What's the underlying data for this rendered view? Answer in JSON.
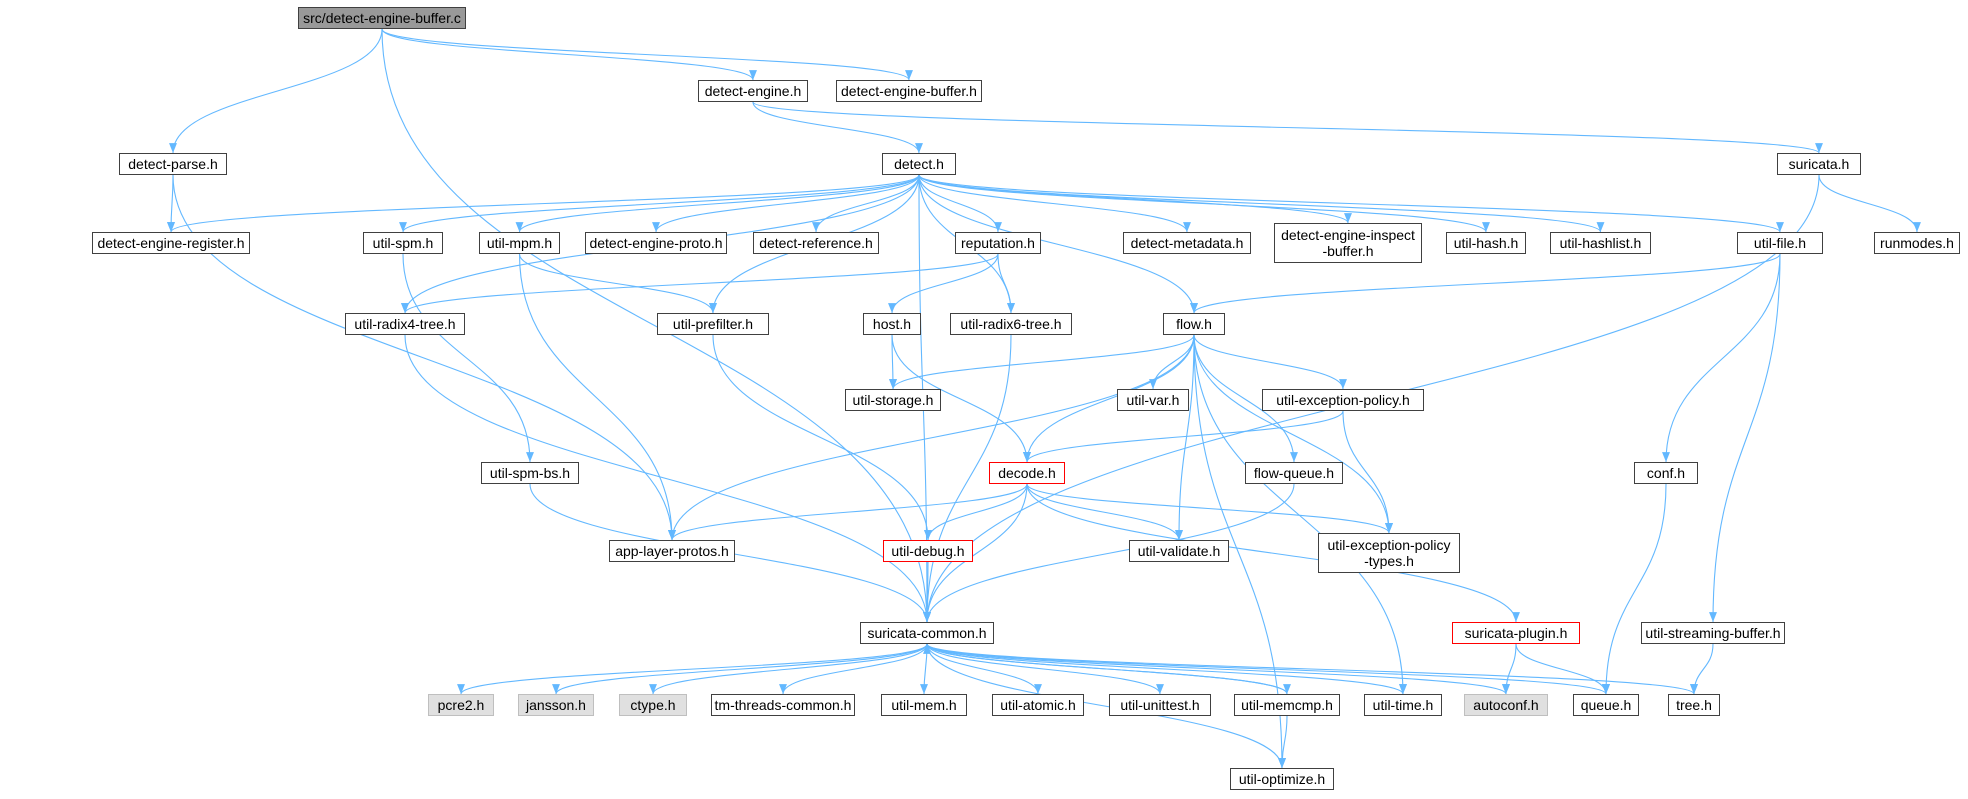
{
  "graph": {
    "edge_color": "#63b8ff",
    "nodes": {
      "src": {
        "label": "src/detect-engine-buffer.c",
        "style": "root"
      },
      "detect_engine": {
        "label": "detect-engine.h"
      },
      "detect_engine_buffer": {
        "label": "detect-engine-buffer.h"
      },
      "detect_parse": {
        "label": "detect-parse.h"
      },
      "detect": {
        "label": "detect.h"
      },
      "suricata": {
        "label": "suricata.h"
      },
      "detect_engine_register": {
        "label": "detect-engine-register.h"
      },
      "util_spm": {
        "label": "util-spm.h"
      },
      "util_mpm": {
        "label": "util-mpm.h"
      },
      "detect_engine_proto": {
        "label": "detect-engine-proto.h"
      },
      "detect_reference": {
        "label": "detect-reference.h"
      },
      "reputation": {
        "label": "reputation.h"
      },
      "detect_metadata": {
        "label": "detect-metadata.h"
      },
      "detect_engine_inspect_buffer": {
        "label": "detect-engine-inspect\n-buffer.h"
      },
      "util_hash": {
        "label": "util-hash.h"
      },
      "util_hashlist": {
        "label": "util-hashlist.h"
      },
      "util_file": {
        "label": "util-file.h"
      },
      "runmodes": {
        "label": "runmodes.h"
      },
      "util_radix4_tree": {
        "label": "util-radix4-tree.h"
      },
      "util_prefilter": {
        "label": "util-prefilter.h"
      },
      "host": {
        "label": "host.h"
      },
      "util_radix6_tree": {
        "label": "util-radix6-tree.h"
      },
      "flow": {
        "label": "flow.h"
      },
      "util_storage": {
        "label": "util-storage.h"
      },
      "util_var": {
        "label": "util-var.h"
      },
      "util_exception_policy": {
        "label": "util-exception-policy.h"
      },
      "util_spm_bs": {
        "label": "util-spm-bs.h"
      },
      "decode": {
        "label": "decode.h",
        "style": "red"
      },
      "flow_queue": {
        "label": "flow-queue.h"
      },
      "conf": {
        "label": "conf.h"
      },
      "app_layer_protos": {
        "label": "app-layer-protos.h"
      },
      "util_debug": {
        "label": "util-debug.h",
        "style": "red"
      },
      "util_validate": {
        "label": "util-validate.h"
      },
      "util_exception_policy_types": {
        "label": "util-exception-policy\n-types.h"
      },
      "suricata_common": {
        "label": "suricata-common.h"
      },
      "suricata_plugin": {
        "label": "suricata-plugin.h",
        "style": "red"
      },
      "util_streaming_buffer": {
        "label": "util-streaming-buffer.h"
      },
      "pcre2": {
        "label": "pcre2.h",
        "style": "grey"
      },
      "jansson": {
        "label": "jansson.h",
        "style": "grey"
      },
      "ctype": {
        "label": "ctype.h",
        "style": "grey"
      },
      "tm_threads_common": {
        "label": "tm-threads-common.h"
      },
      "util_mem": {
        "label": "util-mem.h"
      },
      "util_atomic": {
        "label": "util-atomic.h"
      },
      "util_unittest": {
        "label": "util-unittest.h"
      },
      "util_memcmp": {
        "label": "util-memcmp.h"
      },
      "util_time": {
        "label": "util-time.h"
      },
      "autoconf": {
        "label": "autoconf.h",
        "style": "grey"
      },
      "queue": {
        "label": "queue.h"
      },
      "tree": {
        "label": "tree.h"
      },
      "util_optimize": {
        "label": "util-optimize.h"
      }
    },
    "edges": [
      [
        "src",
        "detect_engine"
      ],
      [
        "src",
        "detect_engine_buffer"
      ],
      [
        "src",
        "detect_parse"
      ],
      [
        "src",
        "suricata_common"
      ],
      [
        "detect_engine",
        "detect"
      ],
      [
        "detect_engine",
        "suricata"
      ],
      [
        "detect_parse",
        "detect_engine_register"
      ],
      [
        "detect_parse",
        "app_layer_protos"
      ],
      [
        "detect",
        "detect_engine_register"
      ],
      [
        "detect",
        "util_spm"
      ],
      [
        "detect",
        "util_mpm"
      ],
      [
        "detect",
        "detect_engine_proto"
      ],
      [
        "detect",
        "detect_reference"
      ],
      [
        "detect",
        "reputation"
      ],
      [
        "detect",
        "detect_metadata"
      ],
      [
        "detect",
        "detect_engine_inspect_buffer"
      ],
      [
        "detect",
        "util_hash"
      ],
      [
        "detect",
        "util_hashlist"
      ],
      [
        "detect",
        "util_file"
      ],
      [
        "detect",
        "util_radix4_tree"
      ],
      [
        "detect",
        "util_prefilter"
      ],
      [
        "detect",
        "util_radix6_tree"
      ],
      [
        "detect",
        "flow"
      ],
      [
        "detect",
        "suricata_common"
      ],
      [
        "suricata",
        "runmodes"
      ],
      [
        "suricata",
        "suricata_common"
      ],
      [
        "util_spm",
        "util_spm_bs"
      ],
      [
        "util_mpm",
        "util_prefilter"
      ],
      [
        "util_mpm",
        "app_layer_protos"
      ],
      [
        "reputation",
        "util_radix4_tree"
      ],
      [
        "reputation",
        "host"
      ],
      [
        "reputation",
        "util_radix6_tree"
      ],
      [
        "util_file",
        "flow"
      ],
      [
        "util_file",
        "conf"
      ],
      [
        "util_file",
        "util_streaming_buffer"
      ],
      [
        "util_radix4_tree",
        "suricata_common"
      ],
      [
        "util_prefilter",
        "util_debug"
      ],
      [
        "host",
        "util_storage"
      ],
      [
        "host",
        "decode"
      ],
      [
        "util_radix6_tree",
        "suricata_common"
      ],
      [
        "flow",
        "util_storage"
      ],
      [
        "flow",
        "util_var"
      ],
      [
        "flow",
        "util_exception_policy"
      ],
      [
        "flow",
        "decode"
      ],
      [
        "flow",
        "flow_queue"
      ],
      [
        "flow",
        "app_layer_protos"
      ],
      [
        "flow",
        "util_validate"
      ],
      [
        "flow",
        "util_exception_policy_types"
      ],
      [
        "flow",
        "util_time"
      ],
      [
        "flow",
        "util_optimize"
      ],
      [
        "util_exception_policy",
        "decode"
      ],
      [
        "util_exception_policy",
        "util_exception_policy_types"
      ],
      [
        "util_spm_bs",
        "suricata_common"
      ],
      [
        "decode",
        "app_layer_protos"
      ],
      [
        "decode",
        "util_debug"
      ],
      [
        "decode",
        "util_validate"
      ],
      [
        "decode",
        "util_exception_policy_types"
      ],
      [
        "decode",
        "suricata_common"
      ],
      [
        "decode",
        "suricata_plugin"
      ],
      [
        "flow_queue",
        "suricata_common"
      ],
      [
        "conf",
        "queue"
      ],
      [
        "util_debug",
        "suricata_common"
      ],
      [
        "suricata_plugin",
        "autoconf"
      ],
      [
        "suricata_plugin",
        "queue"
      ],
      [
        "util_streaming_buffer",
        "tree"
      ],
      [
        "suricata_common",
        "pcre2"
      ],
      [
        "suricata_common",
        "jansson"
      ],
      [
        "suricata_common",
        "ctype"
      ],
      [
        "suricata_common",
        "tm_threads_common"
      ],
      [
        "suricata_common",
        "util_mem"
      ],
      [
        "suricata_common",
        "util_atomic"
      ],
      [
        "suricata_common",
        "util_unittest"
      ],
      [
        "suricata_common",
        "util_memcmp"
      ],
      [
        "suricata_common",
        "util_time"
      ],
      [
        "suricata_common",
        "autoconf"
      ],
      [
        "suricata_common",
        "queue"
      ],
      [
        "suricata_common",
        "tree"
      ],
      [
        "suricata_common",
        "util_optimize"
      ],
      [
        "util_memcmp",
        "util_optimize"
      ],
      [
        "util_memcmp",
        "suricata_common"
      ]
    ]
  }
}
